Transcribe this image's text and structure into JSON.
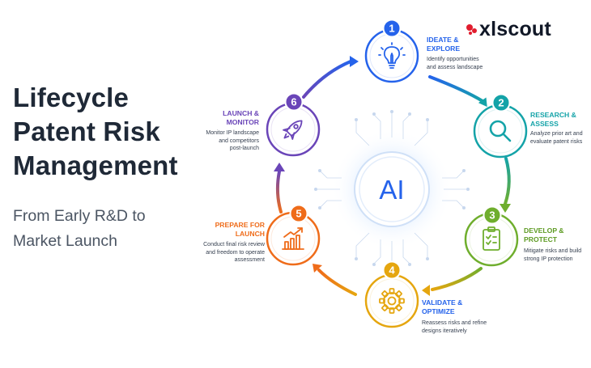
{
  "title_lines": [
    "Lifecycle",
    "Patent Risk",
    "Management"
  ],
  "subtitle_lines": [
    "From Early R&D to",
    "Market Launch"
  ],
  "logo": {
    "text": "xlscout",
    "mark_color": "#e11d2e"
  },
  "center": {
    "text": "AI",
    "color": "#2563eb"
  },
  "steps": [
    {
      "number": "1",
      "title_lines": [
        "IDEATE &",
        "EXPLORE"
      ],
      "desc_lines": [
        "Identify opportunities",
        "and assess landscape"
      ],
      "color": "#2563eb",
      "icon": "lightbulb-icon"
    },
    {
      "number": "2",
      "title_lines": [
        "RESEARCH &",
        "ASSESS"
      ],
      "desc_lines": [
        "Analyze prior art and",
        "evaluate patent risks"
      ],
      "color": "#14a3a8",
      "icon": "magnifier-icon"
    },
    {
      "number": "3",
      "title_lines": [
        "DEVELOP &",
        "PROTECT"
      ],
      "desc_lines": [
        "Mitigate risks and build",
        "strong IP protection"
      ],
      "color": "#6fae2d",
      "icon": "clipboard-check-icon"
    },
    {
      "number": "4",
      "title_lines": [
        "VALIDATE &",
        "OPTIMIZE"
      ],
      "desc_lines": [
        "Reassess risks and refine",
        "designs iteratively"
      ],
      "color": "#e5a60f",
      "icon": "gear-icon"
    },
    {
      "number": "5",
      "title_lines": [
        "PREPARE FOR",
        "LAUNCH"
      ],
      "desc_lines": [
        "Conduct final risk review",
        "and freedom to operate",
        "assessment"
      ],
      "color": "#ef6c1a",
      "icon": "growth-chart-icon"
    },
    {
      "number": "6",
      "title_lines": [
        "LAUNCH &",
        "MONITOR"
      ],
      "desc_lines": [
        "Monitor IP landscape",
        "and competitors",
        "post-launch"
      ],
      "color": "#6a45b8",
      "icon": "rocket-icon"
    }
  ]
}
